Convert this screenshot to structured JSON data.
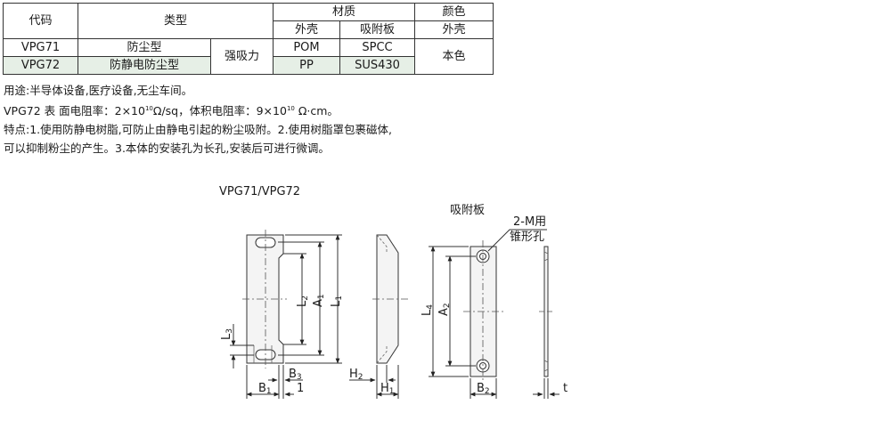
{
  "table": {
    "headers": {
      "code": "代码",
      "type": "类型",
      "material": "材质",
      "color": "颜色",
      "shell": "外壳",
      "plate": "吸附板",
      "color_shell": "外壳"
    },
    "rows": [
      {
        "code": "VPG71",
        "type": "防尘型",
        "shell": "POM",
        "plate": "SPCC"
      },
      {
        "code": "VPG72",
        "type": "防静电防尘型",
        "shell": "PP",
        "plate": "SUS430"
      }
    ],
    "force": "强吸力",
    "color_value": "本色"
  },
  "notes": {
    "usage": "用途:半导体设备,医疗设备,无尘车间。",
    "resistance_prefix": "VPG72 表 面电阻率：2×10",
    "resistance_exp1": "10",
    "resistance_mid": "Ω/sq，体积电阻率：9×10",
    "resistance_exp2": "10",
    "resistance_suffix": " Ω·cm。",
    "features_1": "特点:1.使用防静电树脂,可防止由静电引起的粉尘吸附。2.使用树脂罩包裹磁体,",
    "features_2": "可以抑制粉尘的产生。3.本体的安装孔为长孔,安装后可进行微调。"
  },
  "drawing": {
    "title": "VPG71/VPG72",
    "plate_label": "吸附板",
    "hole_label_1": "2-M用",
    "hole_label_2": "锥形孔",
    "dims": {
      "L": "L",
      "A": "A",
      "B": "B",
      "H": "H",
      "t": "t",
      "L1": "1",
      "L2": "2",
      "L3": "3",
      "L4": "4",
      "A1": "1",
      "A2": "2",
      "B1": "1",
      "B2": "2",
      "B3": "3",
      "H1": "1",
      "H2": "2",
      "one": "1"
    }
  }
}
